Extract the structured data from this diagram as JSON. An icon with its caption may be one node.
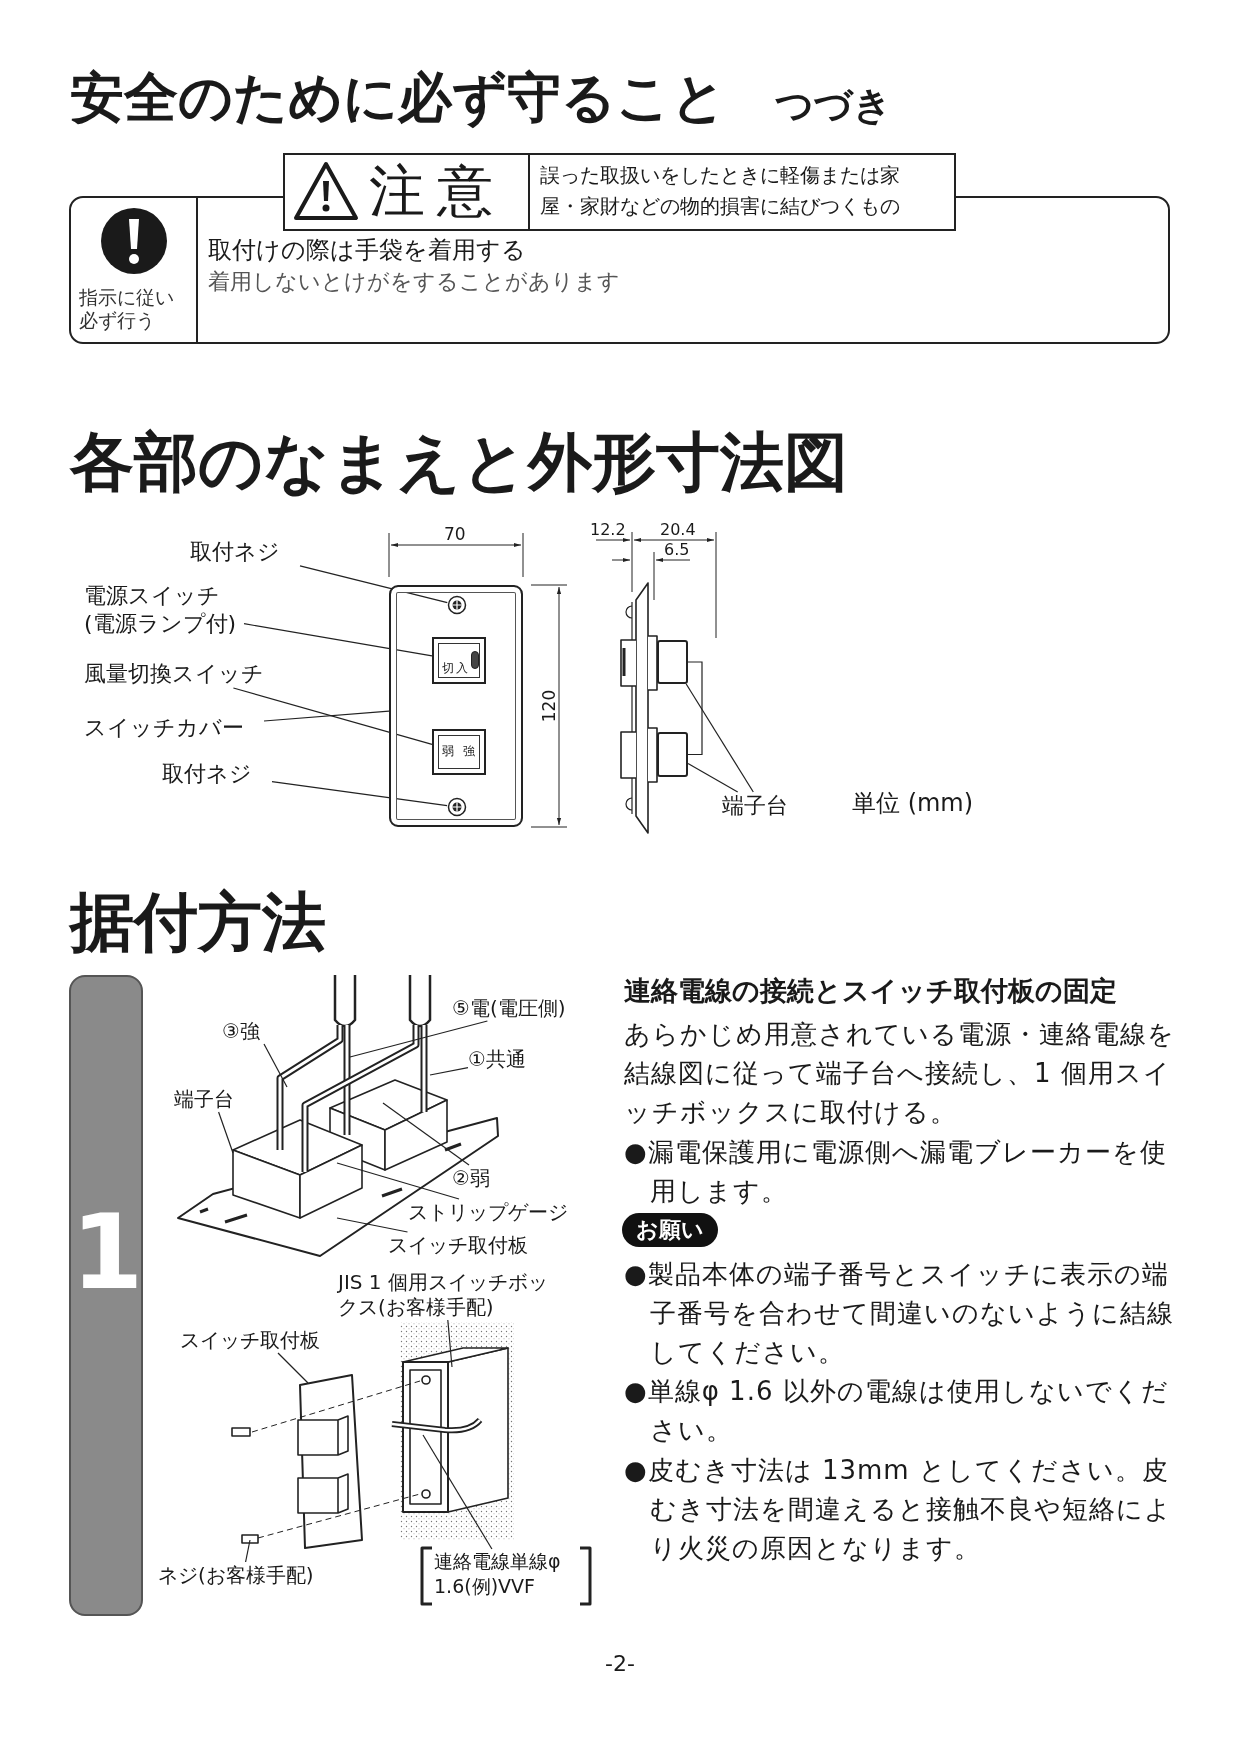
{
  "diagram": {
    "title": "安全のために必ず守ること",
    "nodes": [
      {
        "text": [
          "指示に従い必ず行う",
          "取付けの際は手袋を着用する",
          "着用しないとけがをすることがあります"
        ]
      },
      {
        "text": [
          "注意",
          "誤った取扱いをしたときに軽傷または家屋・家財などの物的損害に結びつくもの"
        ]
      },
      {
        "text": [
          "取付ネジ"
        ]
      },
      {
        "text": [
          "電源スイッチ(電源ランプ付)"
        ]
      },
      {
        "text": [
          "風量切換スイッチ"
        ]
      },
      {
        "text": [
          "スイッチカバー"
        ]
      },
      {
        "text": [
          "取付ネジ"
        ]
      },
      {
        "text": [],
        "shape": "box"
      },
      {
        "text": [],
        "shape": "circle",
        "in": 7
      },
      {
        "text": [
          "切",
          "入"
        ],
        "in": 7
      },
      {
        "text": [
          "弱",
          "強"
        ],
        "in": 7
      },
      {
        "text": [],
        "shape": "circle",
        "in": 7
      },
      {
        "text": [
          "端子台"
        ]
      },
      {
        "text": [],
        "shape": "box"
      },
      {
        "text": [],
        "shape": "box"
      },
      {
        "text": [
          "③強"
        ]
      },
      {
        "text": [
          "⑤電(電圧側)"
        ]
      },
      {
        "text": [
          "①共通"
        ]
      },
      {
        "text": [
          "端子台"
        ]
      },
      {
        "text": [
          "②弱"
        ]
      },
      {
        "text": [
          "ストリップゲージ"
        ]
      },
      {
        "text": [
          "スイッチ取付板"
        ]
      },
      {
        "text": [
          "JIS 1 個用スイッチボックス(お客様手配)"
        ]
      },
      {
        "text": [
          "スイッチ取付板"
        ]
      },
      {
        "text": [
          "ネジ(お客様手配)"
        ]
      },
      {
        "text": [
          "連絡電線単線φ 1.6(例)VVF"
        ]
      }
    ],
    "edges": [
      {
        "from": 2,
        "to": 8,
        "arrow": "none"
      },
      {
        "from": 3,
        "to": 9,
        "arrow": "none"
      },
      {
        "from": 4,
        "to": 10,
        "arrow": "none"
      },
      {
        "from": 5,
        "to": 7,
        "arrow": "none"
      },
      {
        "from": 6,
        "to": 11,
        "arrow": "none"
      },
      {
        "from": 12,
        "to": 13,
        "arrow": "none"
      },
      {
        "from": 12,
        "to": 14,
        "arrow": "none"
      },
      {
        "from": 15,
        "to": null,
        "arrow": "none"
      },
      {
        "from": 16,
        "to": null,
        "arrow": "none"
      },
      {
        "from": 17,
        "to": null,
        "arrow": "none"
      },
      {
        "from": 18,
        "to": null,
        "arrow": "none"
      },
      {
        "from": 19,
        "to": null,
        "arrow": "none"
      },
      {
        "from": 20,
        "to": null,
        "arrow": "none"
      },
      {
        "from": 21,
        "to": null,
        "arrow": "none"
      },
      {
        "from": 22,
        "to": null,
        "arrow": "none"
      },
      {
        "from": 23,
        "to": null,
        "arrow": "none"
      },
      {
        "from": 24,
        "to": null,
        "arrow": "none"
      },
      {
        "from": 25,
        "to": null,
        "arrow": "none"
      },
      {
        "from": 13,
        "to": 14,
        "arrow": "none"
      }
    ],
    "labels": [
      "つづき",
      "各部のなまえと外形寸法図",
      "70",
      "12.2",
      "20.4",
      "6.5",
      "120",
      "単位 (mm)",
      "据付方法",
      "1",
      "連絡電線の接続とスイッチ取付板の固定",
      "あらかじめ用意されている電源・連絡電線を結線図に従って端子台へ接続し、1 個用スイッチボックスに取付ける。",
      "●漏電保護用に電源側へ漏電ブレーカーを使用します。",
      "お願い",
      "●製品本体の端子番号とスイッチに表示の端子番号を合わせて間違いのないように結線してください。",
      "●単線φ 1.6 以外の電線は使用しないでください。",
      "●皮むき寸法は 13mm としてください。皮むき寸法を間違えると接触不良や短絡により火災の原因となります。",
      "-2-"
    ]
  }
}
